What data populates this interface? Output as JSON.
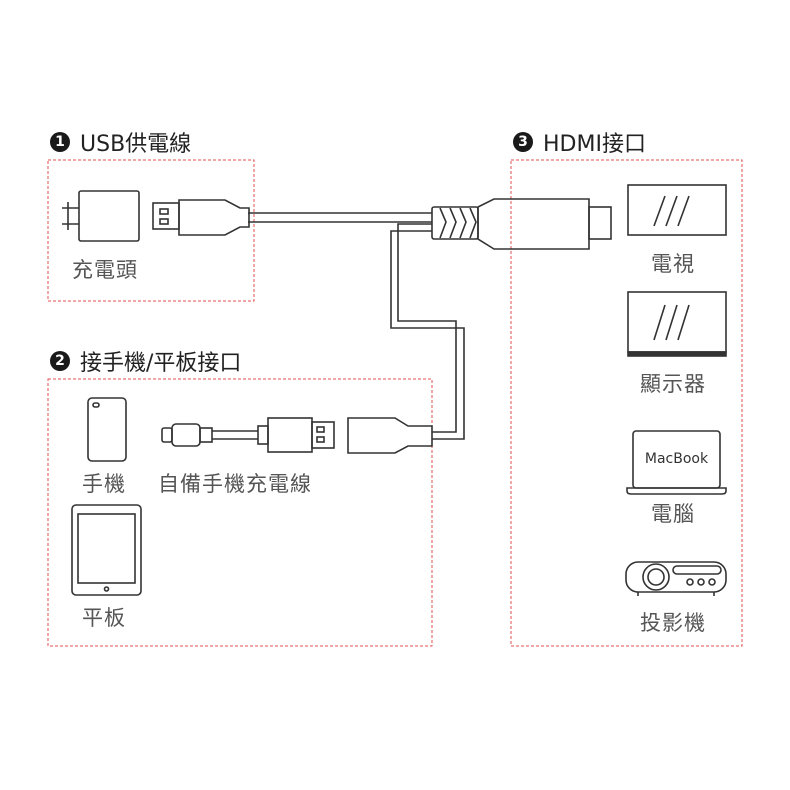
{
  "sections": [
    {
      "number": "1",
      "title": "USB供電線"
    },
    {
      "number": "2",
      "title": "接手機/平板接口"
    },
    {
      "number": "3",
      "title": "HDMI接口"
    }
  ],
  "labels": {
    "charger": "充電頭",
    "phone": "手機",
    "phone_cable": "自備手機充電線",
    "tablet": "平板",
    "tv": "電視",
    "monitor": "顯示器",
    "computer": "電腦",
    "projector": "投影機",
    "macbook_screen_text": "MacBook"
  },
  "colors": {
    "border": "#e05050",
    "line": "#333333"
  }
}
